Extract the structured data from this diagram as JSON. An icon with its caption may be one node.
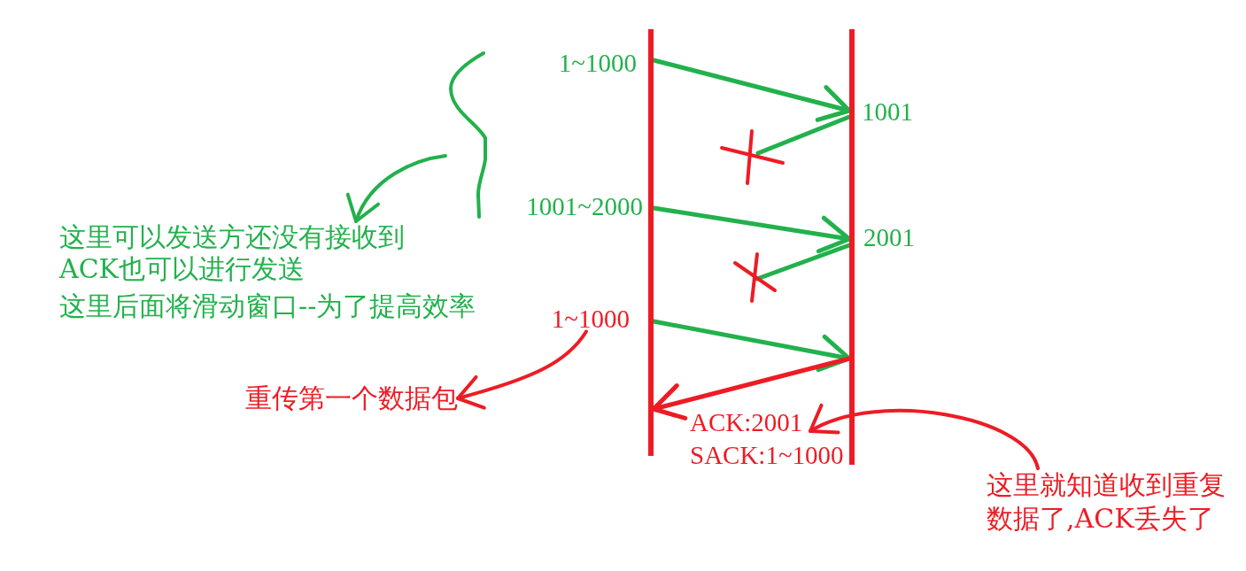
{
  "diagram": {
    "nodes": [
      {
        "text": [],
        "shape": "bar"
      },
      {
        "text": [],
        "shape": "bar"
      },
      {
        "text": [],
        "shape": "brace"
      },
      {
        "text": [],
        "shape": "cross"
      },
      {
        "text": [
          "这里可以发送方还没有接收到ACK也可以进行发送",
          "这里后面将滑动窗口--为了提高效率"
        ]
      },
      {
        "text": [],
        "shape": "cross"
      },
      {
        "text": [
          "1~1000"
        ]
      },
      {
        "text": [
          "重传第一个数据包"
        ]
      },
      {
        "text": [
          "ACK:2001 SACK:1~1000"
        ]
      },
      {
        "text": [
          "这里就知道收到重复数据了,ACK丢失了"
        ]
      }
    ],
    "edges": [
      {
        "from": 0,
        "to": 1,
        "arrow": "to"
      },
      {
        "from": 1,
        "to": 3,
        "arrow": "none"
      },
      {
        "from": 2,
        "to": 4,
        "arrow": "to"
      },
      {
        "from": 0,
        "to": 1,
        "arrow": "to"
      },
      {
        "from": 1,
        "to": 5,
        "arrow": "none"
      },
      {
        "from": 0,
        "to": 1,
        "arrow": "to"
      },
      {
        "from": 1,
        "to": 0,
        "arrow": "to",
        "color": "#ed1c24"
      },
      {
        "from": 6,
        "to": 7,
        "arrow": "to",
        "color": "#ed1c24"
      },
      {
        "from": 9,
        "to": 8,
        "arrow": "to",
        "color": "#ed1c24"
      }
    ],
    "labels": [
      "1~1000",
      "1001",
      "1001~2000",
      "2001"
    ]
  }
}
